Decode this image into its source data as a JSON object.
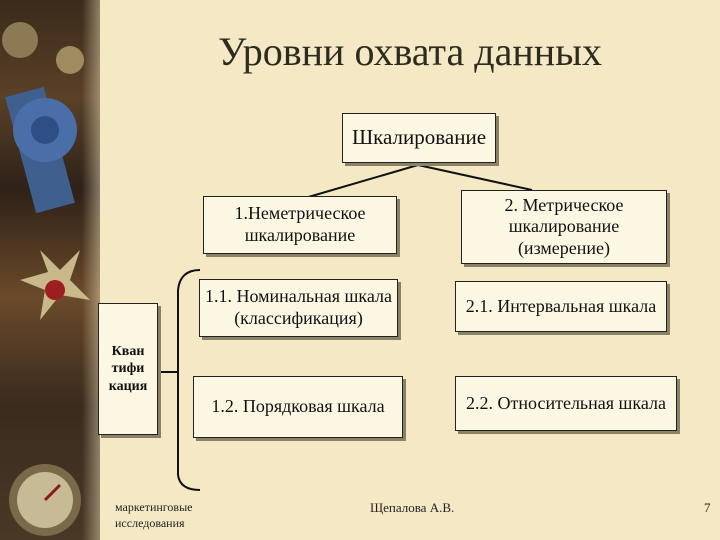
{
  "title": "Уровни охвата данных",
  "root": "Шкалирование",
  "left_column": {
    "header": "1.Неметрическое шкалирование",
    "item1": "1.1. Номинальная шкала (классификация)",
    "item2": "1.2. Порядковая шкала"
  },
  "right_column": {
    "header": "2. Метрическое шкалирование (измерение)",
    "item1": "2.1. Интервальная шкала",
    "item2": "2.2. Относительная шкала"
  },
  "side_label": "Кван тифи кация",
  "footer": {
    "left": "маркетинговые исследования",
    "center": "Щепалова А.В.",
    "page": "7"
  }
}
